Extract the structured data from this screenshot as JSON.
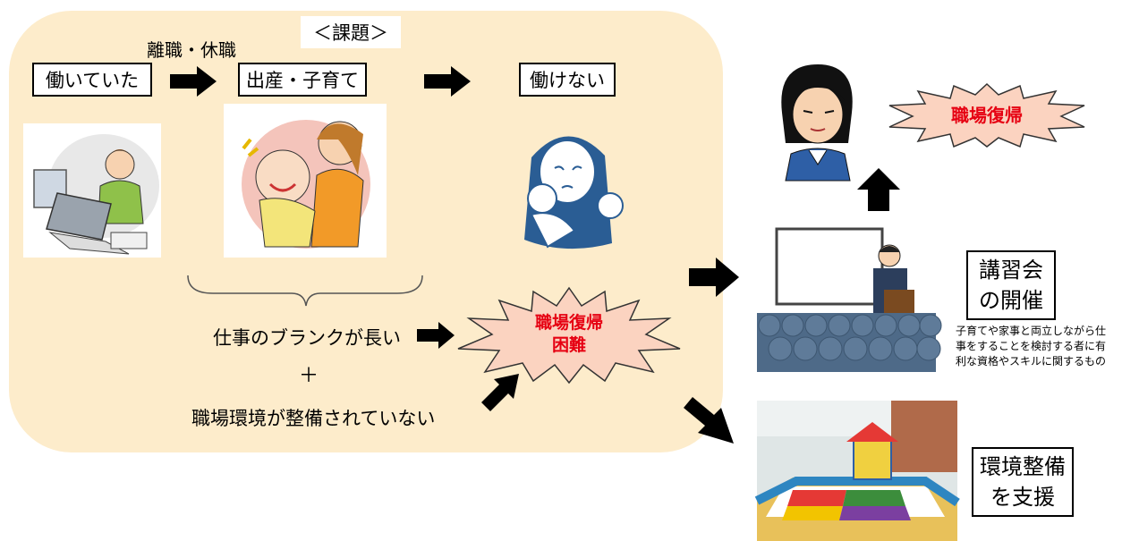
{
  "panel": {
    "title": "＜課題＞",
    "transition_label": "離職・休職",
    "stages": [
      "働いていた",
      "出産・子育て",
      "働けない"
    ],
    "cause_1": "仕事のブランクが長い",
    "plus": "＋",
    "cause_2": "職場環境が整備されていない",
    "problem": [
      "職場復帰",
      "困難"
    ]
  },
  "right": {
    "goal": "職場復帰",
    "seminar": [
      "講習会",
      "の開催"
    ],
    "seminar_desc": "子育てや家事と両立しながら仕事をすることを検討する者に有利な資格やスキルに関するもの",
    "environment": [
      "環境整備",
      "を支援"
    ]
  },
  "colors": {
    "panel_bg": "#fdeccb",
    "burst_fill": "#fbd3c0",
    "emphasis_text": "#e60012",
    "arrow": "#000000"
  }
}
